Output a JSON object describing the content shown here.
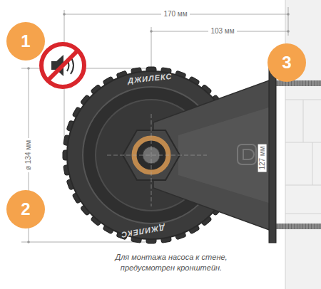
{
  "diagram": {
    "caption": "Для монтажа насоса к стене, предусмотрен кронштейн.",
    "nodes": [
      {
        "text": [
          "1"
        ]
      },
      {
        "text": [
          "3"
        ]
      },
      {
        "text": [
          "2"
        ]
      }
    ],
    "labels": [
      "170 мм",
      "103 мм",
      "ø 134 мм",
      "127 мм",
      "ДЖИЛЕКС",
      "ДЖИЛЕКС"
    ]
  }
}
